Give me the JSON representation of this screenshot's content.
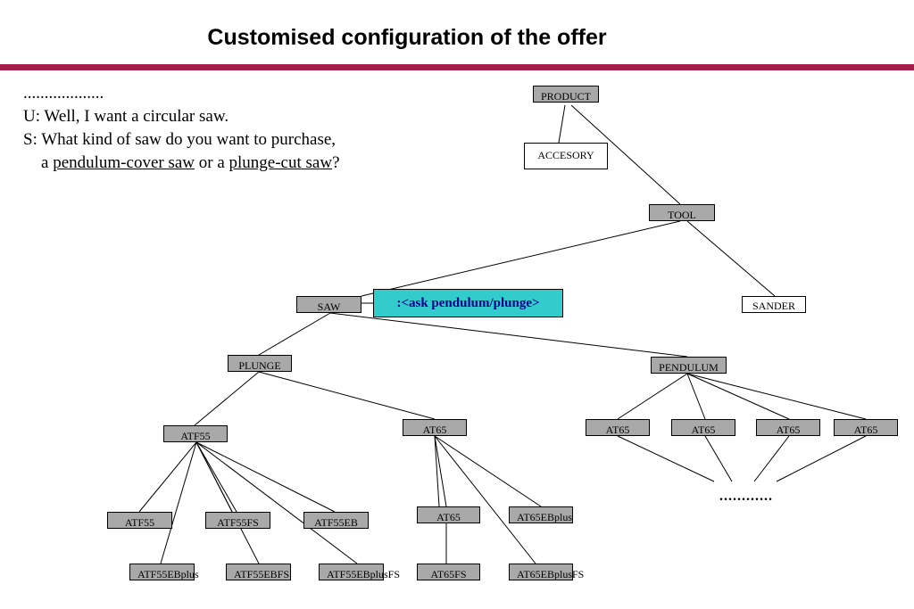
{
  "title": "Customised configuration of the offer",
  "colors": {
    "rule": "#a31e4a",
    "node_fill": "#a9a9a9",
    "action_fill": "#33cccc",
    "action_text": "#00008b"
  },
  "dialogue": {
    "dots": "...................",
    "user_line": "U: Well, I want a circular saw.",
    "system_line_1": "S: What kind of saw do you want to purchase,",
    "line2_prefix": "a ",
    "option_pendulum": "pendulum-cover saw",
    "line2_mid": " or a ",
    "option_plunge": "plunge-cut saw",
    "line2_end": "?"
  },
  "nodes": {
    "product": "PRODUCT",
    "accesory": "ACCESORY",
    "tool": "TOOL",
    "saw": "SAW",
    "sander": "SANDER",
    "plunge": "PLUNGE",
    "pendulum": "PENDULUM",
    "atf55": "ATF55",
    "at65": "AT65",
    "pend_at65_1": "AT65",
    "pend_at65_2": "AT65",
    "pend_at65_3": "AT65",
    "pend_at65_4": "AT65",
    "atf55_leaf": "ATF55",
    "atf55fs": "ATF55FS",
    "atf55eb": "ATF55EB",
    "at65_leaf": "AT65",
    "at65ebplus": "AT65EBplus",
    "atf55ebplus": "ATF55EBplus",
    "atf55ebfs": "ATF55EBFS",
    "atf55ebplusfs": "ATF55EBplusFS",
    "at65fs": "AT65FS",
    "at65ebplusfs": "AT65EBplusFS"
  },
  "action": ":<ask pendulum/plunge>",
  "ellipsis": "............"
}
